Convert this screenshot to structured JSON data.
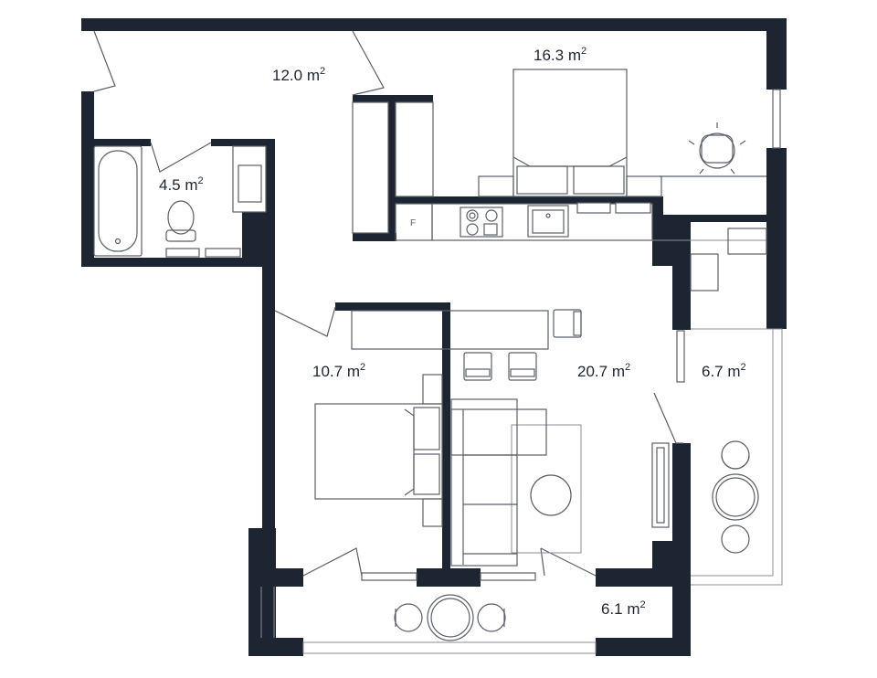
{
  "rooms": {
    "hall": {
      "value": "12.0",
      "unit": "m",
      "exp": "2"
    },
    "bedroom1": {
      "value": "16.3",
      "unit": "m",
      "exp": "2"
    },
    "bathroom": {
      "value": "4.5",
      "unit": "m",
      "exp": "2"
    },
    "bedroom2": {
      "value": "10.7",
      "unit": "m",
      "exp": "2"
    },
    "living": {
      "value": "20.7",
      "unit": "m",
      "exp": "2"
    },
    "balcony1": {
      "value": "6.7",
      "unit": "m",
      "exp": "2"
    },
    "balcony2": {
      "value": "6.1",
      "unit": "m",
      "exp": "2"
    }
  },
  "fridge": {
    "letter": "F"
  },
  "colors": {
    "wall": "#1e2532",
    "line": "#5a5f68"
  }
}
